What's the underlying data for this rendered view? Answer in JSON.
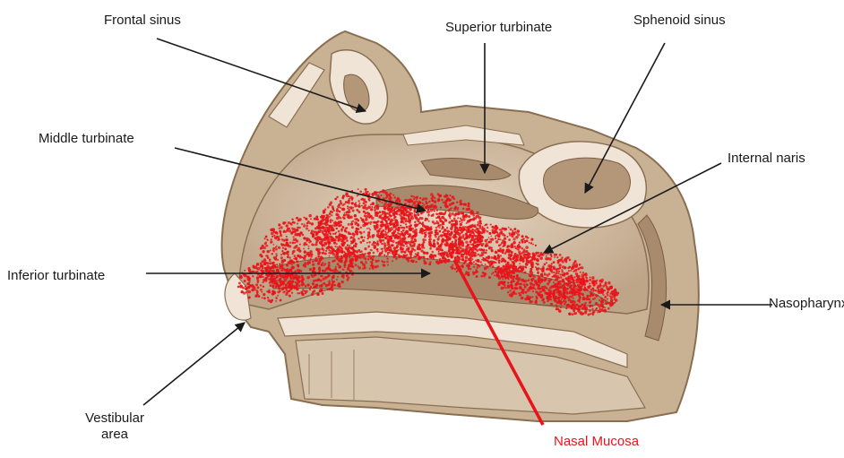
{
  "diagram": {
    "labels": {
      "frontal_sinus": "Frontal sinus",
      "superior_turbinate": "Superior turbinate",
      "sphenoid_sinus": "Sphenoid sinus",
      "middle_turbinate": "Middle turbinate",
      "internal_naris": "Internal naris",
      "inferior_turbinate": "Inferior turbinate",
      "nasopharynx": "Nasopharynx",
      "vestibular_area_line1": "Vestibular",
      "vestibular_area_line2": "area",
      "nasal_mucosa": "Nasal Mucosa"
    },
    "colors": {
      "mucosa_dots": "#e8141a",
      "leader_lines": "#1a1a1a",
      "tissue": "#b59a7c",
      "bone": "#efe4d5",
      "cavity": "#d7c4ae"
    }
  }
}
